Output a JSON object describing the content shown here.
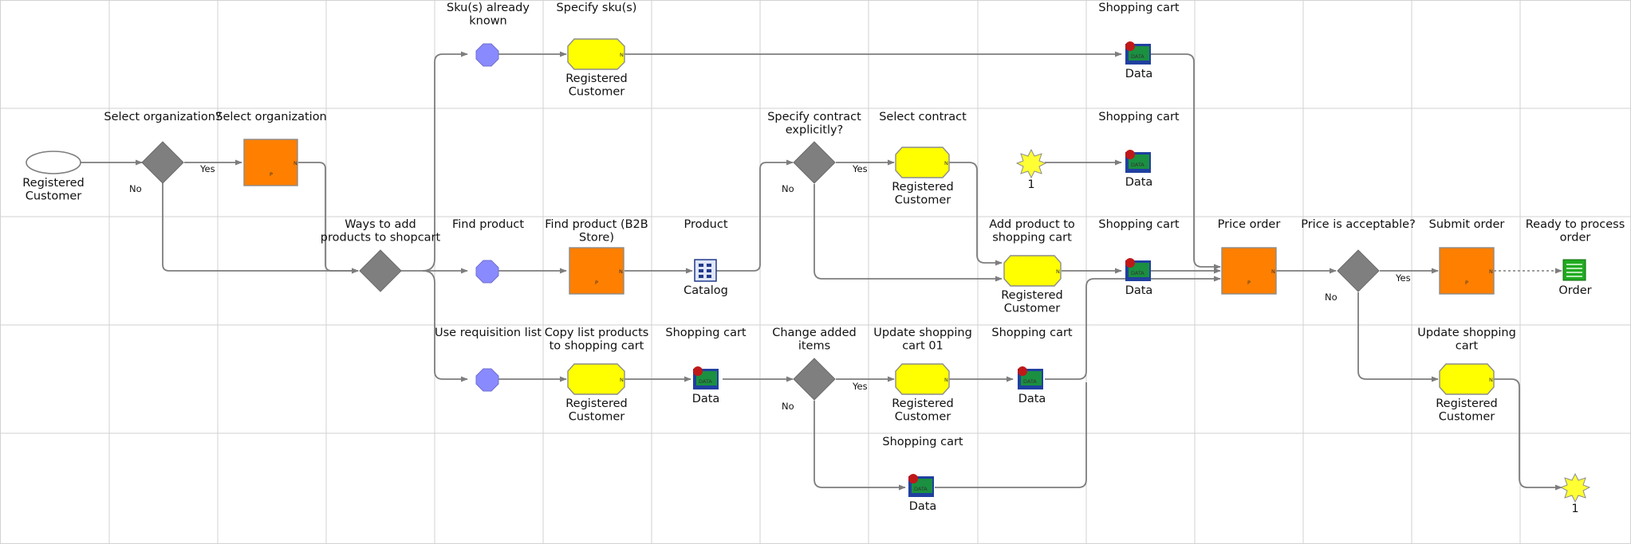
{
  "colors": {
    "grid": "#d2d2d2",
    "connector": "#7d7d7d",
    "gateway": "#7f7f7f",
    "task_orange": "#ff7f00",
    "task_yellow": "#ffff00",
    "intermediate_event": "#8a8aff",
    "signal_event": "#ffff33"
  },
  "nodes": [
    {
      "id": "start",
      "shape": "start-ellipse",
      "label": "Registered\nCustomer"
    },
    {
      "id": "gw-select-org",
      "shape": "gateway",
      "label": "Select organization?"
    },
    {
      "id": "task-select-org",
      "shape": "task-orange",
      "label": "Select organization"
    },
    {
      "id": "gw-ways",
      "shape": "gateway",
      "label": "Ways to add\nproducts to shopcart"
    },
    {
      "id": "ev-sku-known",
      "shape": "intermediate-event",
      "label": "Sku(s) already\nknown"
    },
    {
      "id": "task-specify-sku",
      "shape": "task-yellow",
      "top": "Specify sku(s)",
      "bottom": "Registered\nCustomer"
    },
    {
      "id": "data-cart-1",
      "shape": "data",
      "top": "Shopping cart",
      "bottom": "Data"
    },
    {
      "id": "gw-specify-contract",
      "shape": "gateway",
      "label": "Specify contract\nexplicitly?"
    },
    {
      "id": "task-select-contract",
      "shape": "task-yellow",
      "top": "Select contract",
      "bottom": "Registered\nCustomer"
    },
    {
      "id": "signal-1-top",
      "shape": "signal",
      "label": "1"
    },
    {
      "id": "data-cart-2",
      "shape": "data",
      "top": "Shopping cart",
      "bottom": "Data"
    },
    {
      "id": "ev-find-product",
      "shape": "intermediate-event",
      "label": "Find product"
    },
    {
      "id": "task-find-product",
      "shape": "task-orange",
      "label": "Find product (B2B\nStore)"
    },
    {
      "id": "catalog",
      "shape": "catalog",
      "top": "Product",
      "bottom": "Catalog"
    },
    {
      "id": "task-add-product",
      "shape": "task-yellow",
      "top": "Add product to\nshopping cart",
      "bottom": "Registered\nCustomer"
    },
    {
      "id": "data-cart-3",
      "shape": "data",
      "top": "Shopping cart",
      "bottom": "Data"
    },
    {
      "id": "task-price-order",
      "shape": "task-orange",
      "label": "Price order"
    },
    {
      "id": "gw-price-ok",
      "shape": "gateway",
      "label": "Price is acceptable?"
    },
    {
      "id": "task-submit-order",
      "shape": "task-orange",
      "label": "Submit order"
    },
    {
      "id": "order",
      "shape": "order",
      "top": "Ready to process\norder",
      "bottom": "Order"
    },
    {
      "id": "ev-req-list",
      "shape": "intermediate-event",
      "label": "Use requisition list"
    },
    {
      "id": "task-copy-list",
      "shape": "task-yellow",
      "top": "Copy list products\nto shopping cart",
      "bottom": "Registered\nCustomer"
    },
    {
      "id": "data-cart-4",
      "shape": "data",
      "top": "Shopping cart",
      "bottom": "Data"
    },
    {
      "id": "gw-change-items",
      "shape": "gateway",
      "label": "Change added\nitems"
    },
    {
      "id": "task-update-cart-01",
      "shape": "task-yellow",
      "top": "Update shopping\ncart 01",
      "bottom": "Registered\nCustomer"
    },
    {
      "id": "data-cart-5",
      "shape": "data",
      "top": "Shopping cart",
      "bottom": "Data"
    },
    {
      "id": "task-update-cart",
      "shape": "task-yellow",
      "top": "Update shopping\ncart",
      "bottom": "Registered\nCustomer"
    },
    {
      "id": "data-cart-6",
      "shape": "data",
      "top": "Shopping cart",
      "bottom": "Data"
    },
    {
      "id": "signal-1-bottom",
      "shape": "signal",
      "label": "1"
    }
  ],
  "branch_labels": {
    "yes": "Yes",
    "no": "No"
  },
  "glyphs": {
    "orange_task": "P",
    "task_out": "N",
    "data_icon": "DATA"
  }
}
